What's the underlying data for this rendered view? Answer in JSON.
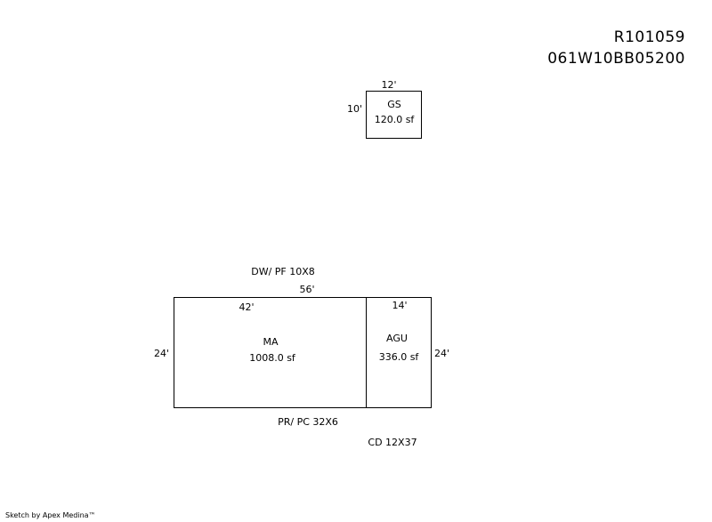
{
  "header": {
    "account": "R101059",
    "parcel": "061W10BB05200"
  },
  "gs": {
    "width_dim": "12'",
    "height_dim": "10'",
    "code": "GS",
    "area": "120.0 sf"
  },
  "main": {
    "top_note": "DW/ PF 10X8",
    "total_width": "56'",
    "ma_width": "42'",
    "agu_width": "14'",
    "left_dim": "24'",
    "right_dim": "24'",
    "ma_code": "MA",
    "ma_area": "1008.0 sf",
    "agu_code": "AGU",
    "agu_area": "336.0 sf",
    "bottom_note": "PR/ PC 32X6",
    "cd_note": "CD 12X37"
  },
  "footer": {
    "credit": "Sketch by Apex Medina™"
  }
}
